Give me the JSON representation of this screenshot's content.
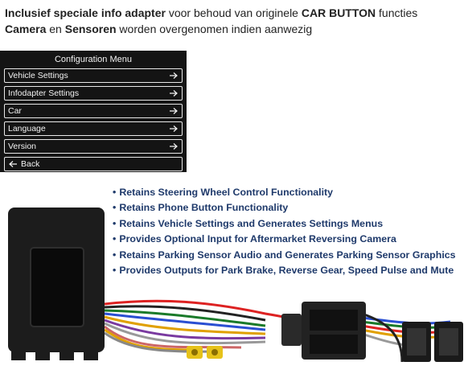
{
  "caption": {
    "line1": [
      {
        "text": "Inclusief speciale info adapter",
        "bold": true
      },
      {
        "text": " voor behoud van originele ",
        "bold": false
      },
      {
        "text": "CAR BUTTON",
        "bold": true
      },
      {
        "text": " functies",
        "bold": false
      }
    ],
    "line2": [
      {
        "text": "Camera",
        "bold": true
      },
      {
        "text": " en ",
        "bold": false
      },
      {
        "text": "Sensoren",
        "bold": true
      },
      {
        "text": " worden overgenomen indien aanwezig",
        "bold": false
      }
    ]
  },
  "menu": {
    "title": "Configuration Menu",
    "items": [
      {
        "label": "Vehicle Settings",
        "icon": "arrow-right-icon"
      },
      {
        "label": "Infodapter Settings",
        "icon": "arrow-right-icon"
      },
      {
        "label": "Car",
        "icon": "arrow-right-icon"
      },
      {
        "label": "Language",
        "icon": "arrow-right-icon"
      },
      {
        "label": "Version",
        "icon": "arrow-right-icon"
      }
    ],
    "back_label": "Back",
    "back_icon": "arrow-left-icon"
  },
  "features": {
    "bullet": "•",
    "items": [
      "Retains Steering Wheel Control Functionality",
      "Retains Phone Button Functionality",
      "Retains Vehicle Settings and Generates Settings Menus",
      "Provides Optional Input for Aftermarket Reversing Camera",
      "Retains Parking Sensor Audio and Generates Parking Sensor Graphics",
      "Provides Outputs for Park Brake, Reverse Gear, Speed Pulse and Mute"
    ]
  },
  "colors": {
    "menu_background": "#141414",
    "feature_text": "#1f3a6b",
    "rca_connector": "#e6c21a"
  }
}
